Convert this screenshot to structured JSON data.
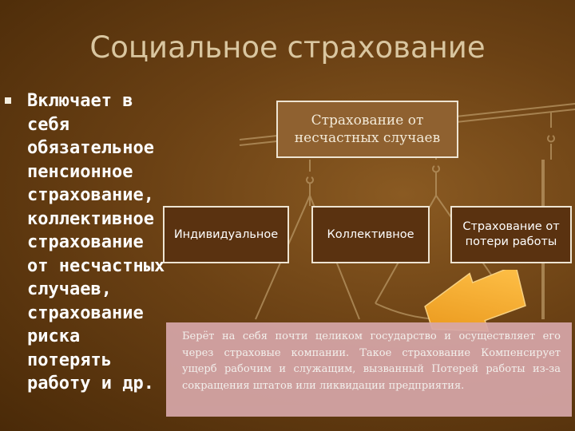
{
  "slide": {
    "title": "Социальное страхование",
    "bullet": "Включает в\nсебя\nобязательное\nпенсионное\nстрахование,\nколлективное\nстрахование\nот несчастных\nслучаев,\nстрахование\nриска\nпотерять\nработу и др."
  },
  "diagram": {
    "top_box": "Страхование от несчастных случаев",
    "boxes": [
      "Индивидуальное",
      "Коллективное",
      "Страхование от потери работы"
    ]
  },
  "note": "Берёт на себя почти целиком государство и осуществляет его через страховые компании. Такое страхование Компенсирует ущерб рабочим и служащим, вызванный Потерей работы из-за сокращения штатов или ликвидации предприятия.",
  "colors": {
    "background": "#6b4114",
    "title": "#d9c6a0",
    "box_fill": "#5a3210",
    "note_fill": "#d7a7a9",
    "arrow": "#f0a020"
  }
}
